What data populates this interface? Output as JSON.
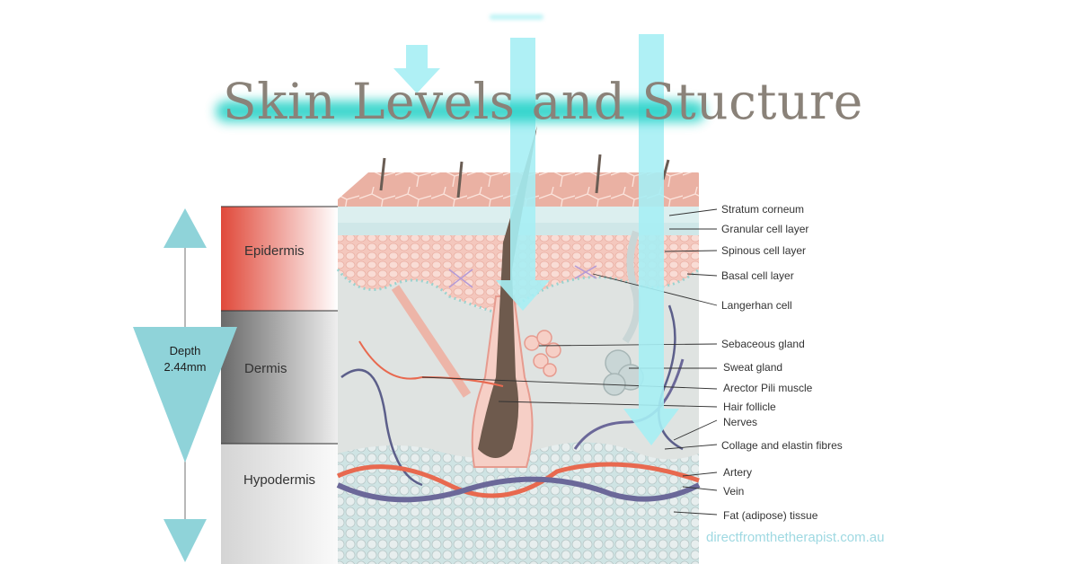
{
  "title": "Skin Levels and Stucture",
  "depth": {
    "line1": "Depth",
    "line2": "2.44mm"
  },
  "layers": {
    "epidermis": "Epidermis",
    "dermis": "Dermis",
    "hypodermis": "Hypodermis"
  },
  "labels": [
    "Stratum corneum",
    "Granular cell layer",
    "Spinous cell layer",
    "Basal cell layer",
    "Langerhan cell",
    "Sebaceous gland",
    "Sweat gland",
    "Arector Pili muscle",
    "Hair follicle",
    "Nerves",
    "Collage and elastin fibres",
    "Artery",
    "Vein",
    "Fat (adipose) tissue"
  ],
  "source": "directfromthetherapist.com.au",
  "colors": {
    "accent": "#8fd3d9",
    "arrow": "#a6eef4",
    "title": "#8a8279",
    "epidermis": "#e0493a"
  }
}
